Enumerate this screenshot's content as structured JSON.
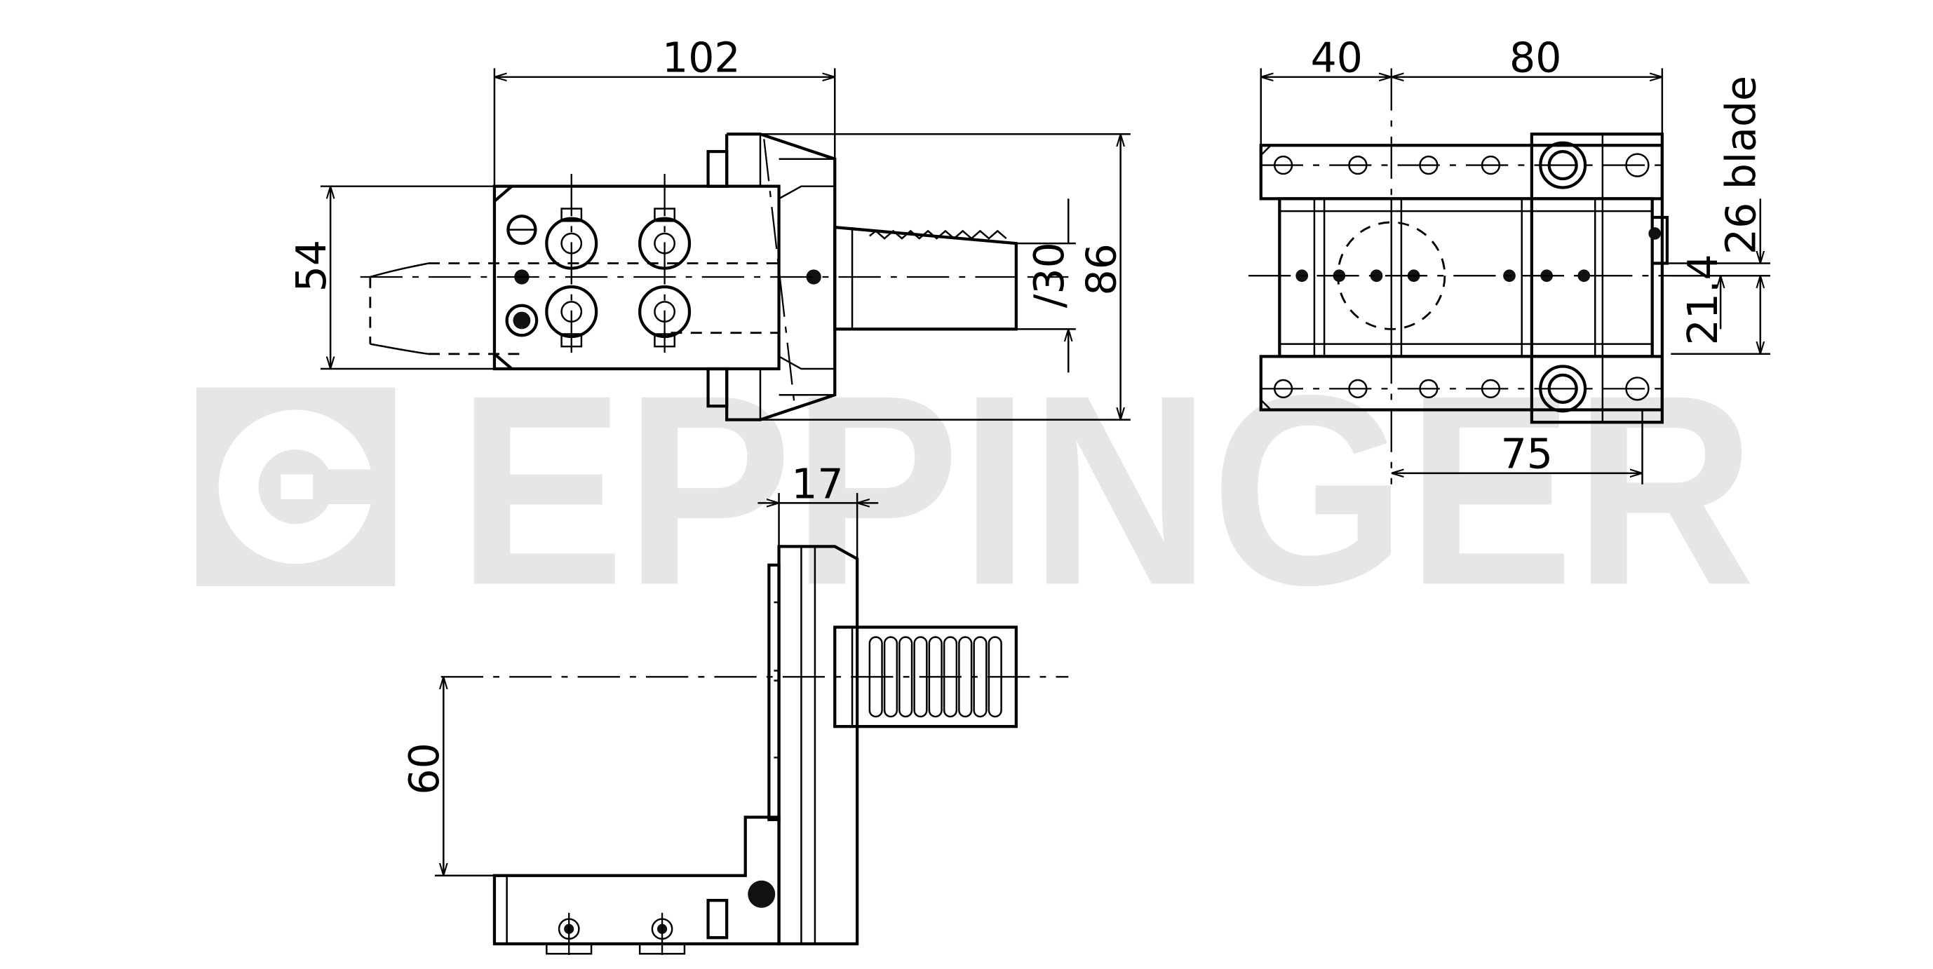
{
  "drawing": {
    "watermark": "EPPINGER",
    "colors": {
      "line": "#000000",
      "watermark": "#e6e6e6",
      "background": "#ffffff"
    },
    "dimensions": {
      "front_width": "102",
      "front_height": "54",
      "front_total_height": "86",
      "shank_diameter": "∕30",
      "top_left": "40",
      "top_right": "80",
      "bottom_span": "75",
      "blade": "26 blade",
      "offset": "21.4",
      "side_thickness": "17",
      "side_height": "60"
    }
  }
}
